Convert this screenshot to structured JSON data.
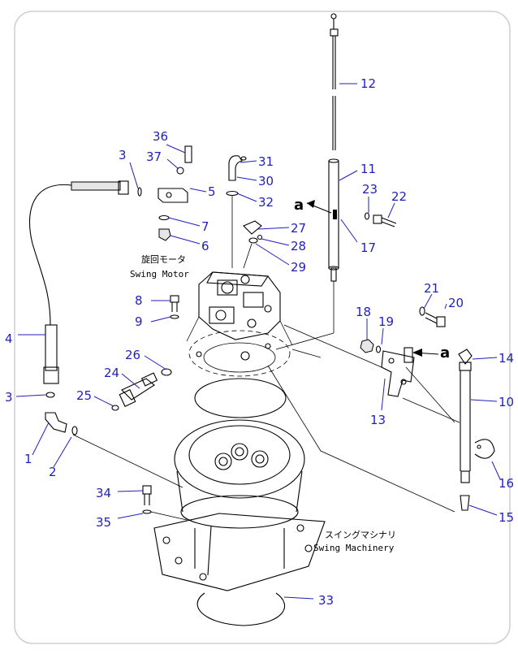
{
  "labels": {
    "swing_motor_jp": "旋回モータ",
    "swing_motor_en": "Swing Motor",
    "swing_machinery_jp": "スイングマシナリ",
    "swing_machinery_en": "Swing Machinery",
    "ref_a_left": "a",
    "ref_a_right": "a"
  },
  "parts": [
    {
      "no": "1"
    },
    {
      "no": "2"
    },
    {
      "no": "3"
    },
    {
      "no": "3"
    },
    {
      "no": "4"
    },
    {
      "no": "5"
    },
    {
      "no": "6"
    },
    {
      "no": "7"
    },
    {
      "no": "8"
    },
    {
      "no": "9"
    },
    {
      "no": "10"
    },
    {
      "no": "11"
    },
    {
      "no": "12"
    },
    {
      "no": "13"
    },
    {
      "no": "14"
    },
    {
      "no": "15"
    },
    {
      "no": "16"
    },
    {
      "no": "17"
    },
    {
      "no": "18"
    },
    {
      "no": "19"
    },
    {
      "no": "20"
    },
    {
      "no": "21"
    },
    {
      "no": "22"
    },
    {
      "no": "23"
    },
    {
      "no": "24"
    },
    {
      "no": "25"
    },
    {
      "no": "26"
    },
    {
      "no": "27"
    },
    {
      "no": "28"
    },
    {
      "no": "29"
    },
    {
      "no": "30"
    },
    {
      "no": "31"
    },
    {
      "no": "32"
    },
    {
      "no": "33"
    },
    {
      "no": "34"
    },
    {
      "no": "35"
    },
    {
      "no": "36"
    },
    {
      "no": "37"
    }
  ],
  "colors": {
    "callout": "#1f1fbf",
    "line": "#000000",
    "frame": "#cfcfcf"
  }
}
